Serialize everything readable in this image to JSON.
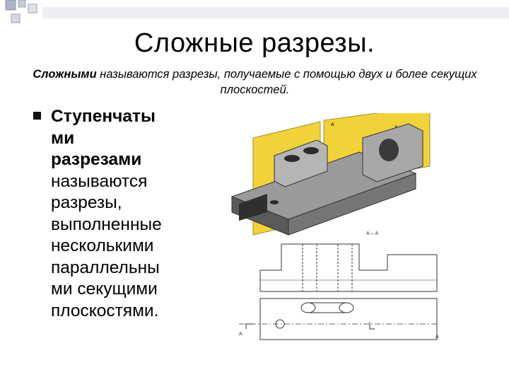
{
  "slide": {
    "title": "Сложные разрезы.",
    "intro_bold": "Сложными",
    "intro_rest": " называются разрезы, получаемые с помощью двух и более секущих плоскостей.",
    "bullet": {
      "bold_lines": [
        "Ступенчаты",
        "ми",
        "разрезами"
      ],
      "normal_lines": [
        "называются",
        "разрезы,",
        "выполненные",
        "несколькими",
        "параллельны",
        "ми секущими",
        "плоскостями."
      ]
    },
    "figure": {
      "plane_label_a": "А",
      "plane_label_a2": "А",
      "section_label": "А – А",
      "cut_label_left": "А",
      "cut_label_right": "А"
    }
  },
  "colors": {
    "plane_yellow": "#f2d23a",
    "part_gray": "#8d8d8d",
    "part_dark": "#4a4a4a",
    "part_light": "#bdbdbd",
    "decor_square": "#c9ccd6"
  }
}
